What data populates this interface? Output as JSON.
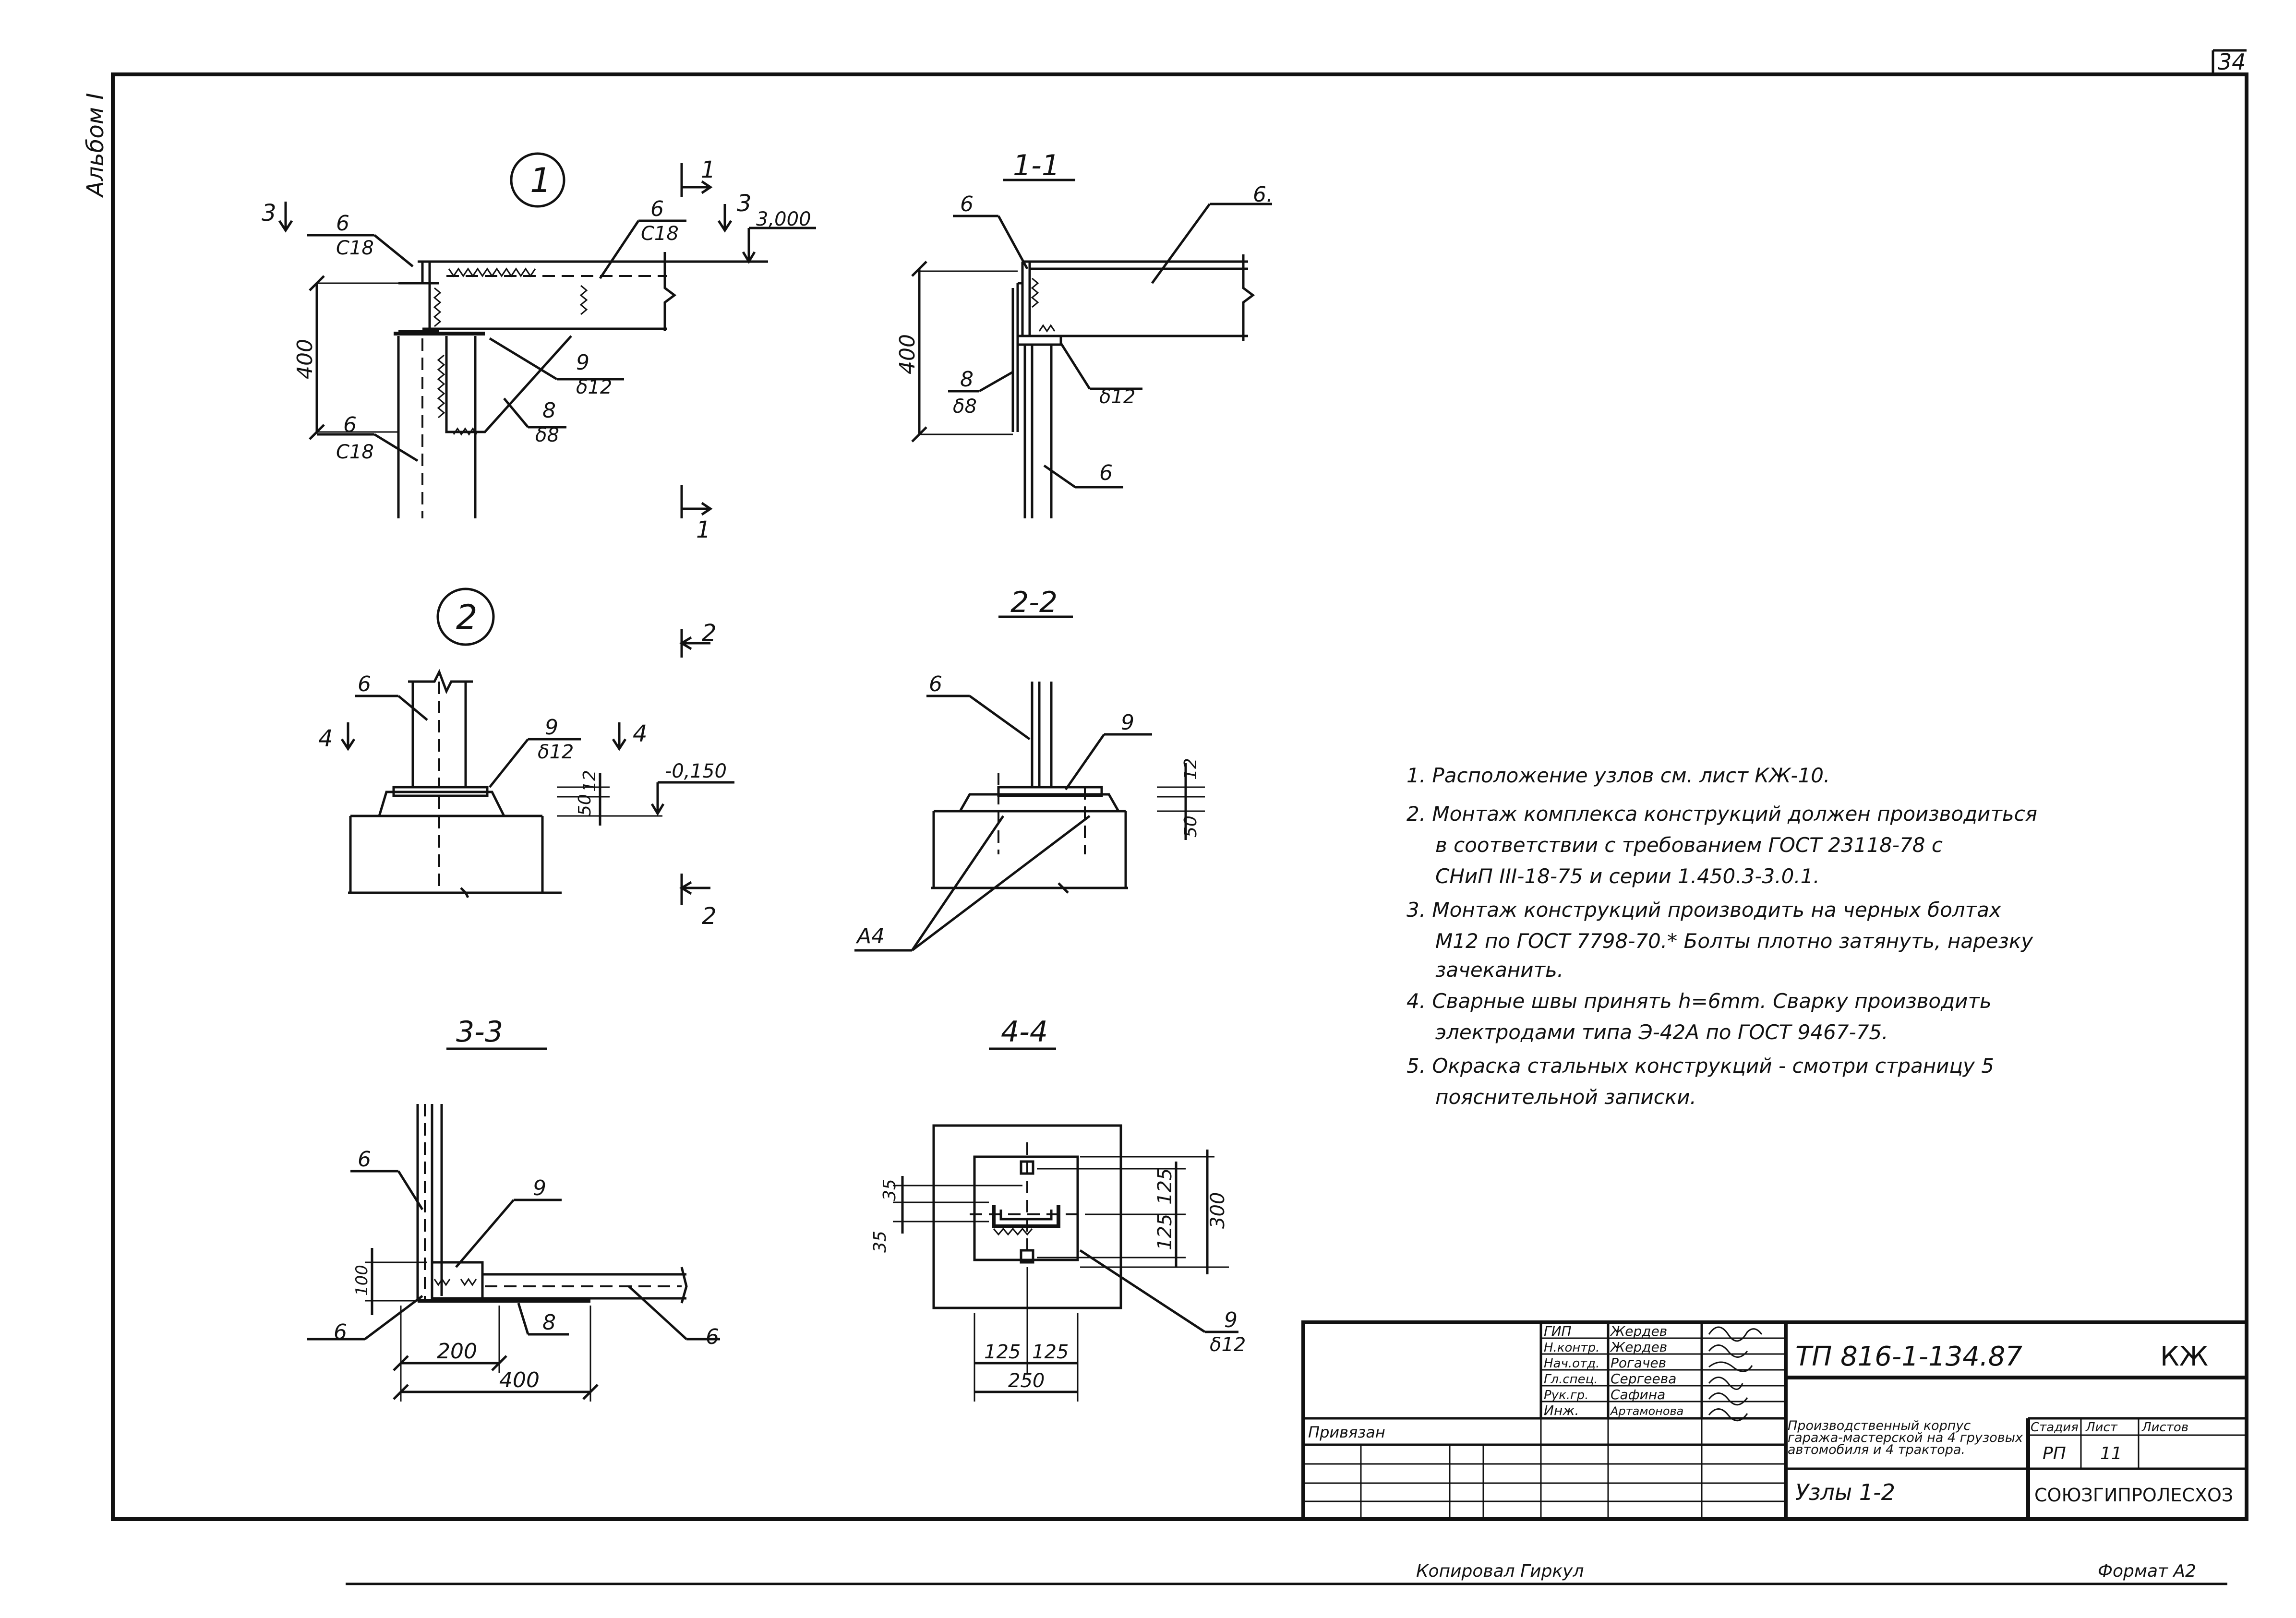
{
  "sheet": {
    "sheet_number": "34",
    "album": "Альбом I",
    "copied": "Копировал Гиркул",
    "format": "Формат А2"
  },
  "node1": {
    "title": "1",
    "cut_left": "3",
    "cut_right": "3",
    "section_mark": "1",
    "elevation": "3,000",
    "lbl_top_left": "6",
    "lbl_top_left_sub": "С18",
    "lbl_top_right": "6",
    "lbl_top_right_sub": "С18",
    "dim_400": "400",
    "lbl_9": "9",
    "lbl_9_sub": "δ12",
    "lbl_8": "8",
    "lbl_8_sub": "δ8",
    "lbl_bottom": "6",
    "lbl_bottom_sub": "С18"
  },
  "sec11": {
    "title": "1-1",
    "lbl_6a": "6",
    "lbl_6b": "6.",
    "dim_400": "400",
    "lbl_8": "8",
    "lbl_8_sub": "δ8",
    "lbl_612": "δ12",
    "lbl_6c": "6"
  },
  "node2": {
    "title": "2",
    "lbl_6": "6",
    "cut_left": "4",
    "cut_right": "4",
    "section_mark": "2",
    "lbl_9": "9",
    "lbl_9_sub": "δ12",
    "elevation": "-0,150",
    "dim_12": "12",
    "dim_50": "50"
  },
  "sec22": {
    "title": "2-2",
    "lbl_6": "6",
    "lbl_9": "9",
    "dim_12": "12",
    "dim_50": "50",
    "lbl_a4": "А4"
  },
  "sec33": {
    "title": "3-3",
    "lbl_6a": "6",
    "lbl_9": "9",
    "dim_100": "100",
    "lbl_6b": "6",
    "lbl_8": "8",
    "lbl_6c": "6",
    "dim_200": "200",
    "dim_400": "400"
  },
  "sec44": {
    "title": "4-4",
    "dim_35a": "35",
    "dim_35b": "35",
    "dim_125a": "125",
    "dim_125b": "125",
    "dim_300": "300",
    "lbl_9": "9",
    "lbl_9_sub": "δ12",
    "dim_125c": "125",
    "dim_125d": "125",
    "dim_250": "250"
  },
  "notes": [
    "1. Расположение узлов см. лист КЖ-10.",
    "2. Монтаж комплекса конструкций должен производиться",
    "в соответствии с требованием ГОСТ 23118-78 с",
    "СНиП III-18-75 и серии 1.450.3-3.0.1.",
    "3. Монтаж конструкций производить на черных болтах",
    "М12 по ГОСТ 7798-70.* Болты плотно затянуть, нарезку",
    "зачеканить.",
    "4. Сварные швы принять h=6mm. Сварку производить",
    "электродами типа Э-42А по ГОСТ 9467-75.",
    "5. Окраска стальных конструкций - смотри страницу 5",
    "пояснительной записки."
  ],
  "title_block": {
    "code": "ТП 816-1-134.87",
    "mark": "КЖ",
    "roles": [
      {
        "role": "ГИП",
        "name": "Жердев"
      },
      {
        "role": "Н.контр.",
        "name": "Жердев"
      },
      {
        "role": "Нач.отд.",
        "name": "Рогачев"
      },
      {
        "role": "Гл.спец.",
        "name": "Сергеева"
      },
      {
        "role": "Рук.гр.",
        "name": "Сафина"
      },
      {
        "role": "Инж.",
        "name": "Артамонова"
      }
    ],
    "tied": "Привязан",
    "project": "Производственный корпус гаража-мастерской на 4 грузовых автомобиля и 4 трактора.",
    "sheet_title": "Узлы 1-2",
    "stage_label": "Стадия",
    "sheet_label": "Лист",
    "sheets_label": "Листов",
    "stage": "РП",
    "sheet": "11",
    "org": "СОЮЗГИПРОЛЕСХОЗ"
  }
}
